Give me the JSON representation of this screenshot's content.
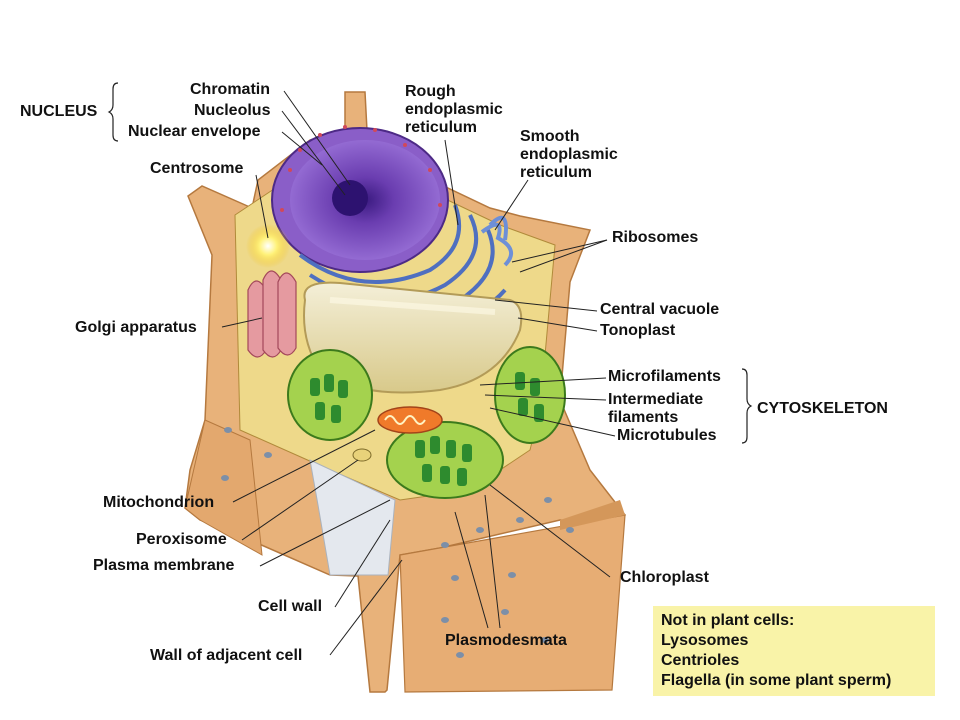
{
  "groups": {
    "nucleus": "NUCLEUS",
    "cytoskeleton": "CYTOSKELETON"
  },
  "labels": {
    "chromatin": "Chromatin",
    "nucleolus": "Nucleolus",
    "nuclear_envelope": "Nuclear envelope",
    "centrosome": "Centrosome",
    "golgi": "Golgi apparatus",
    "rough_er_1": "Rough",
    "rough_er_2": "endoplasmic",
    "rough_er_3": "reticulum",
    "smooth_er_1": "Smooth",
    "smooth_er_2": "endoplasmic",
    "smooth_er_3": "reticulum",
    "ribosomes": "Ribosomes",
    "central_vacuole": "Central vacuole",
    "tonoplast": "Tonoplast",
    "microfilaments": "Microfilaments",
    "intermediate_1": "Intermediate",
    "intermediate_2": "filaments",
    "microtubules": "Microtubules",
    "mitochondrion": "Mitochondrion",
    "peroxisome": "Peroxisome",
    "plasma_membrane": "Plasma membrane",
    "cell_wall": "Cell wall",
    "wall_adjacent": "Wall of adjacent cell",
    "plasmodesmata": "Plasmodesmata",
    "chloroplast": "Chloroplast"
  },
  "note": {
    "title": "Not in plant cells:",
    "items": [
      "Lysosomes",
      "Centrioles",
      "Flagella (in some plant sperm)"
    ]
  },
  "colors": {
    "wall": "#e8b27a",
    "wall_dark": "#c98a4c",
    "cytoplasm": "#eed98a",
    "nucleus": "#7e4fc0",
    "er": "#5a78c8",
    "golgi": "#e08a92",
    "vacuole": "#e9dfb0",
    "chloroplast": "#8dc63f",
    "thylakoid": "#2e8b2e",
    "mitochondrion": "#f07a2a",
    "note_bg": "#f9f3a8"
  }
}
